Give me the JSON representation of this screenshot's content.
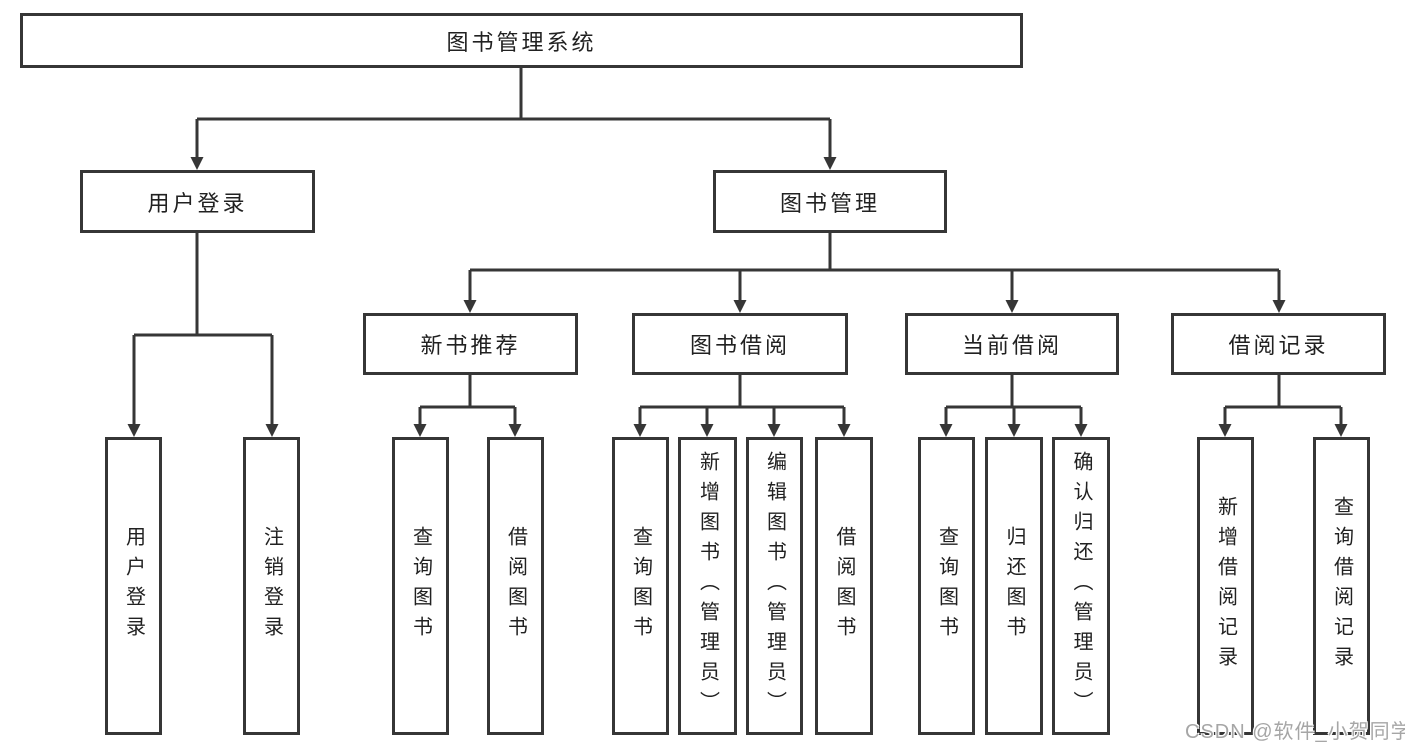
{
  "diagram": {
    "root": "图书管理系统",
    "level2": [
      "用户登录",
      "图书管理"
    ],
    "level3": [
      "新书推荐",
      "图书借阅",
      "当前借阅",
      "借阅记录"
    ],
    "leaves": {
      "login": [
        "用户登录",
        "注销登录"
      ],
      "recommend": [
        "查询图书",
        "借阅图书"
      ],
      "borrow": [
        "查询图书",
        "新增图书（管理员）",
        "编辑图书（管理员）",
        "借阅图书"
      ],
      "current": [
        "查询图书",
        "归还图书",
        "确认归还（管理员）"
      ],
      "records": [
        "新增借阅记录",
        "查询借阅记录"
      ]
    }
  },
  "watermark": "CSDN @软件_小贺同学",
  "colors": {
    "line": "#363636",
    "box_fill": "#ffffff",
    "text": "#212121",
    "watermark_text": "#a6a6a6"
  }
}
